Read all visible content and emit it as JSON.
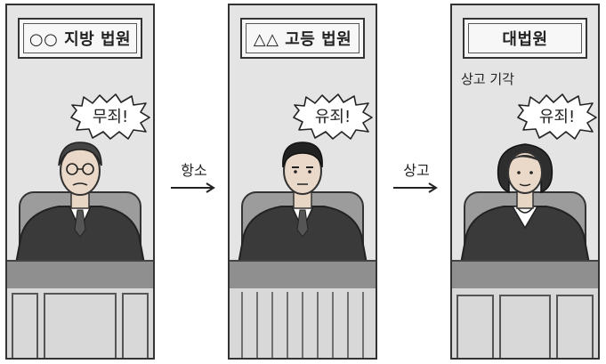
{
  "panels": [
    {
      "court": "○○ 지방 법원",
      "verdict": "무죄!",
      "note": ""
    },
    {
      "court": "△△ 고등 법원",
      "verdict": "유죄!",
      "note": ""
    },
    {
      "court": "대법원",
      "verdict": "유죄!",
      "note": "상고 기각"
    }
  ],
  "arrows": [
    {
      "label": "항소"
    },
    {
      "label": "상고"
    }
  ],
  "colors": {
    "panel_bg": "#e4e4e4",
    "robe": "#3a3a3a",
    "bench": "#8f8f8f",
    "outline": "#333333"
  }
}
